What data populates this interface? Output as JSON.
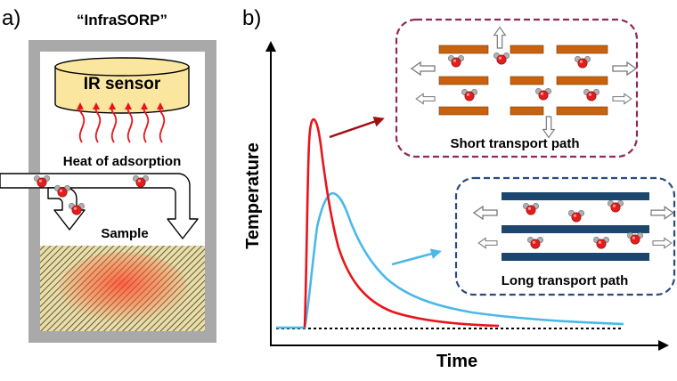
{
  "panel_a": {
    "label": "a)",
    "title": "“InfraSORP”",
    "sensor_label": "IR sensor",
    "heat_label": "Heat of adsorption",
    "sample_label": "Sample"
  },
  "panel_b": {
    "label": "b)",
    "ylabel": "Temperature",
    "xlabel": "Time",
    "short_label": "Short transport path",
    "long_label": "Long transport path"
  },
  "colors": {
    "short_curve": "#e8141b",
    "long_curve": "#4ab8e8",
    "short_box_border": "#8e2a57",
    "long_box_border": "#2a4a80",
    "orange_plate": "#c8620f",
    "blue_plate": "#1c466e",
    "device_frame": "#a9a9a9",
    "sensor_fill": "#fbe6a0"
  },
  "icons": [
    "water-molecule-icon",
    "hollow-arrow-icon",
    "heat-arrow-icon"
  ]
}
